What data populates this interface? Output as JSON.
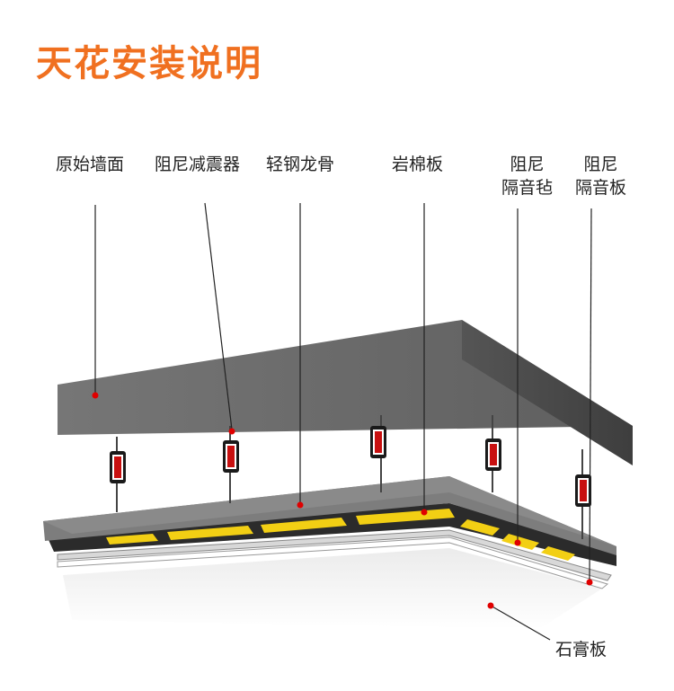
{
  "title": "天花安装说明",
  "labels": {
    "wall": "原始墙面",
    "damper": "阻尼减震器",
    "keel": "轻钢龙骨",
    "rockwool": "岩棉板",
    "felt_line1": "阻尼",
    "felt_line2": "隔音毡",
    "board_line1": "阻尼",
    "board_line2": "隔音板",
    "gypsum": "石膏板"
  },
  "colors": {
    "title": "#f07020",
    "wall": "#6e6e6e",
    "keel": "#7a7a7a",
    "rockwool": "#f2cf14",
    "marker": "#e00000"
  }
}
